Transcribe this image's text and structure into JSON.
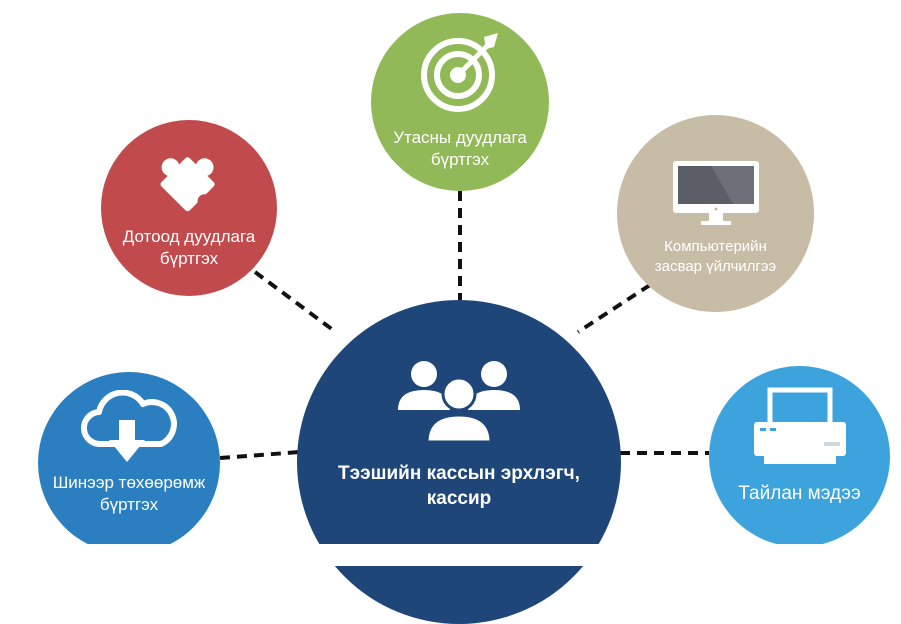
{
  "diagram": {
    "center": {
      "line1": "Тээшийн кассын эрхлэгч,",
      "line2": "кассир",
      "icon": "users-group-icon",
      "color": "#1f4679"
    },
    "nodes": [
      {
        "id": "internal",
        "line1": "Дотоод дуудлага",
        "line2": "бүртгэх",
        "icon": "puzzle-piece-icon",
        "color": "#c14a4c"
      },
      {
        "id": "phone",
        "line1": "Утасны дуудлага",
        "line2": "бүртгэх",
        "icon": "target-icon",
        "color": "#92b957"
      },
      {
        "id": "computer",
        "line1": "Компьютерийн",
        "line2": "засвар үйлчилгээ",
        "icon": "monitor-icon",
        "color": "#c7bda7"
      },
      {
        "id": "device",
        "line1": "Шинээр төхөөрөмж",
        "line2": "бүртгэх",
        "icon": "cloud-download-icon",
        "color": "#2b7fc1"
      },
      {
        "id": "report",
        "line1": "Тайлан мэдээ",
        "line2": "",
        "icon": "printer-icon",
        "color": "#3ca3dd"
      }
    ]
  }
}
